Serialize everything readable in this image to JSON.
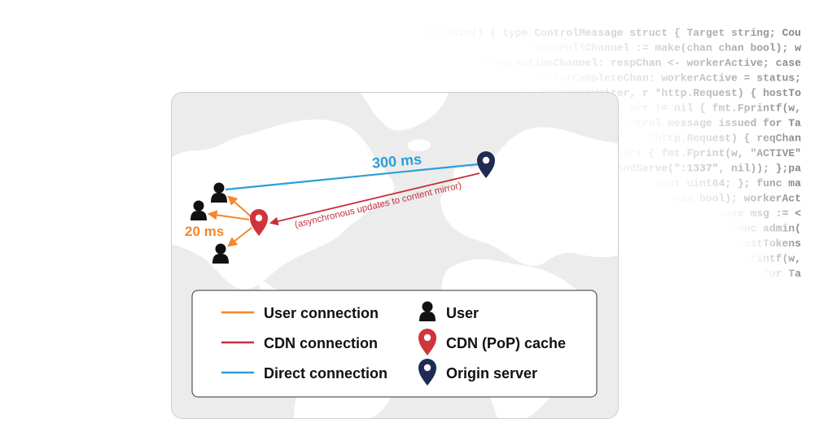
{
  "latency": {
    "direct_label": "300 ms",
    "user_label": "20 ms",
    "async_label": "(asynchronous updates to content mirror)"
  },
  "legend": {
    "user_connection": "User connection",
    "cdn_connection": "CDN connection",
    "direct_connection": "Direct connection",
    "user": "User",
    "cdn_cache": "CDN (PoP) cache",
    "origin_server": "Origin server"
  },
  "code_lines": [
    "func main() { type ControlMessage struct { Target string; Cou",
    "statusPollChannel := make(chan chan bool); w",
    "workerActiveChannel: respChan <- workerActive; case",
    "workerCompleteChan: workerActive = status;",
    "http.ResponseWriter, r *http.Request) { hostTo",
    "if err != nil { fmt.Fprintf(w,",
    "Control message issued for Ta",
    "r *http.Request) { reqChan",
    "select { fmt.Fprint(w, \"ACTIVE\"",
    "ListenAndServe(\":1337\", nil)); };pa",
    "Count uint64; }; func ma",
    "chan bool); workerAct",
    "case msg := <",
    "func admin(",
    "hostTokens",
    "printf(w,",
    "for Ta"
  ],
  "colors": {
    "user_connection": "#f5862a",
    "cdn_connection": "#c7303a",
    "direct_connection": "#2b9fd8",
    "cdn_pin": "#d0343c",
    "origin_pin": "#1f2a55",
    "map_land": "#ffffff",
    "map_sea": "#ececec"
  },
  "icons": {
    "user": "person-icon",
    "cdn_cache": "map-pin-icon",
    "origin_server": "map-pin-icon"
  }
}
